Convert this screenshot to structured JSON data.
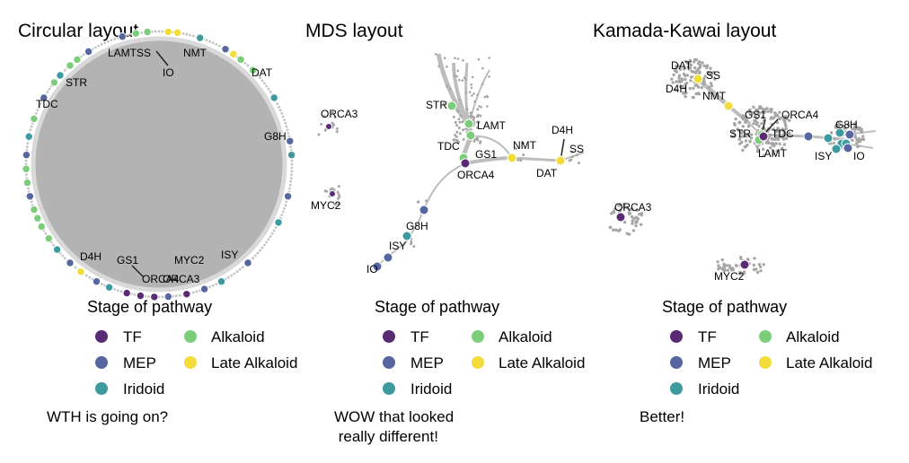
{
  "colors": {
    "TF": "#5b2a74",
    "MEP": "#5566a0",
    "Iridoid": "#3c9aa0",
    "Alkaloid": "#7ccd7a",
    "Late Alkaloid": "#f2dc3a",
    "edge": "#b8b8b8",
    "small_node": "#a6a6a6"
  },
  "panels": [
    {
      "id": "circular",
      "title": "Circular layout",
      "caption": [
        "WTH is going on?"
      ],
      "labels": [
        "LAMT",
        "SS",
        "NMT",
        "IO",
        "DAT",
        "STR",
        "TDC",
        "G8H",
        "D4H",
        "GS1",
        "ORCA4",
        "ORCA3",
        "MYC2",
        "ISY"
      ]
    },
    {
      "id": "mds",
      "title": "MDS layout",
      "caption": [
        "WOW that looked",
        " really different!"
      ],
      "labels": [
        "ORCA3",
        "STR",
        "LAMT",
        "D4H",
        "NMT",
        "SS",
        "TDC",
        "GS1",
        "DAT",
        "ORCA4",
        "MYC2",
        "G8H",
        "ISY",
        "IO"
      ]
    },
    {
      "id": "kk",
      "title": "Kamada-Kawai layout",
      "caption": [
        "Better!"
      ],
      "labels": [
        "DAT",
        "SS",
        "D4H",
        "NMT",
        "GS1",
        "ORCA4",
        "G8H",
        "STR",
        "TDC",
        "LAMT",
        "ISY",
        "IO",
        "ORCA3",
        "MYC2"
      ]
    }
  ],
  "legend": {
    "title": "Stage of pathway",
    "items": [
      "TF",
      "MEP",
      "Iridoid",
      "Alkaloid",
      "Late Alkaloid"
    ]
  }
}
